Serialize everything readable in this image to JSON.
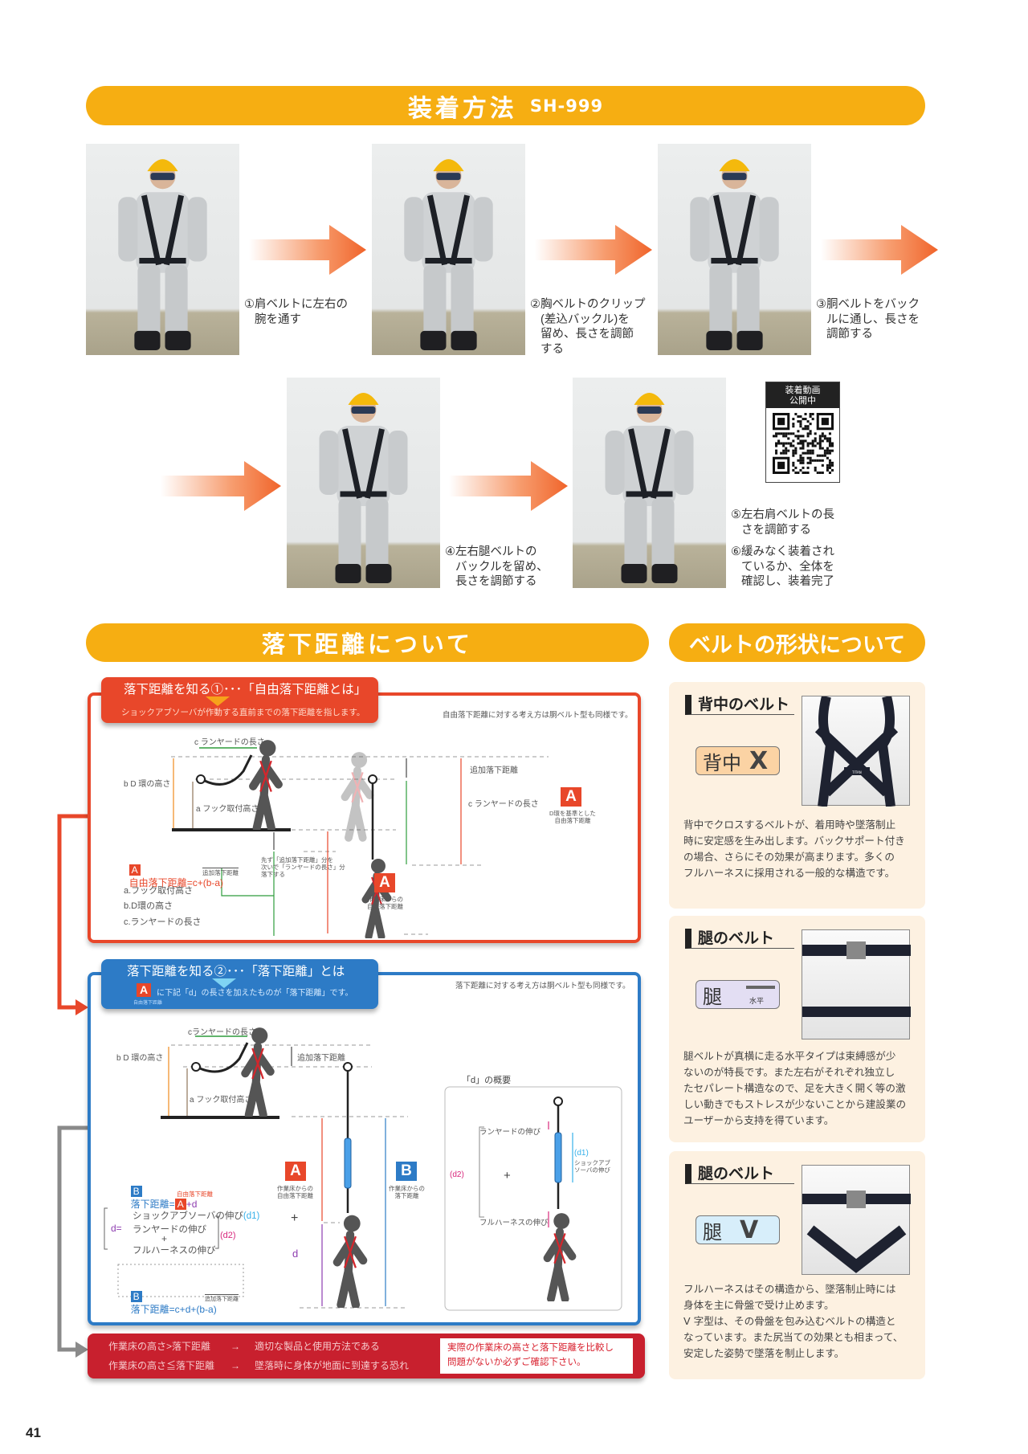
{
  "header": {
    "title": "装着方法",
    "model": "SH-999"
  },
  "steps": [
    {
      "num": "①",
      "text": "肩ベルトに左右の\n腕を通す"
    },
    {
      "num": "②",
      "text": "胸ベルトのクリップ\n(差込バックル)を\n留め、長さを調節\nする"
    },
    {
      "num": "③",
      "text": "胴ベルトをバック\nルに通し、長さを\n調節する"
    },
    {
      "num": "④",
      "text": "左右腿ベルトの\nバックルを留め、\n長さを調節する"
    },
    {
      "num": "⑤",
      "text": "左右肩ベルトの長\nさを調節する"
    },
    {
      "num": "⑥",
      "text": "緩みなく装着され\nているか、全体を\n確認し、装着完了"
    }
  ],
  "qr": {
    "label": "装着動画\n公開中"
  },
  "sections": {
    "fall": "落下距離について",
    "belt": "ベルトの形状について"
  },
  "free_fall": {
    "tab_title": "落下距離を知る①･･･「自由落下距離とは」",
    "tab_sub": "ショックアブソーバが作動する直前までの落下距離を指します。",
    "note": "自由落下距離に対する考え方は胴ベルト型も同様です。",
    "lanyard_len": "c ランヤードの長さ",
    "d_ring_height": "b D 環の高さ",
    "hook_height": "a フック取付高さ",
    "extra_fall": "追加落下距離",
    "lanyard_len2": "c ランヤードの長さ",
    "badge": "A",
    "badge_caption": "D環を基準とした\n自由落下距離",
    "formula_label": "自由落下距離",
    "formula": "=c+(b-a)",
    "formula_sub": "追加落下距離",
    "sequence": "先ず「追加落下距離」分を\n次いで「ランヤードの長さ」分\n落下する",
    "badge2_caption": "作業床からの\n自由落下距離",
    "legend": [
      "a.フック取付高さ",
      "b.D環の高さ",
      "c.ランヤードの長さ"
    ]
  },
  "fall_dist": {
    "tab_title": "落下距離を知る②･･･「落下距離」とは",
    "tab_sub": "に下記「d」の長さを加えたものが「落下距離」です。",
    "tab_sub_badge": "A",
    "tab_sub_small": "自由落下距離",
    "note": "落下距離に対する考え方は胴ベルト型も同様です。",
    "lanyard_len": "cランヤードの長さ",
    "d_ring_height": "b D 環の高さ",
    "hook_height": "a フック取付高さ",
    "extra_fall": "追加落下距離",
    "formula1_badge": "B",
    "formula1_label": "落下距離=",
    "formula1_badge2": "A",
    "formula1_tail": "+d",
    "formula1_sub": "自由落下距離",
    "d_eq": "d=",
    "d_items": [
      "ショックアブソーバの伸び",
      "ランヤードの伸び",
      "+",
      "フルハーネスの伸び"
    ],
    "d1": "(d1)",
    "d2": "(d2)",
    "formula2_badge": "B",
    "formula2": "落下距離=c+d+(b-a)",
    "formula2_sub": "追加落下距離",
    "badgeA": "A",
    "badgeA_caption": "作業床からの\n自由落下距離",
    "badgeB": "B",
    "badgeB_caption": "作業床からの\n落下距離",
    "plus": "+",
    "d_label": "d",
    "overview_title": "「d」の概要",
    "ov_lanyard": "ランヤードの伸び",
    "ov_d1": "(d1)",
    "ov_absorber": "ショックアブ\nソーバの伸び",
    "ov_d2": "(d2)",
    "ov_plus": "+",
    "ov_harness": "フルハーネスの伸び"
  },
  "conclusion": {
    "rows": [
      {
        "cond": "作業床の高さ>落下距離",
        "arrow": "→",
        "result": "適切な製品と使用方法である"
      },
      {
        "cond": "作業床の高さ≦落下距離",
        "arrow": "→",
        "result": "墜落時に身体が地面に到達する恐れ"
      }
    ],
    "notice": "実際の作業床の高さと落下距離を比較し\n問題がないか必ずご確認下さい。"
  },
  "belts": [
    {
      "title": "背中のベルト",
      "badge_main": "背中",
      "badge_mark": "X",
      "badge_color": "#fbd3a4",
      "text": "背中でクロスするベルトが、着用時や墜落制止\n時に安定感を生み出します。バックサポート付き\nの場合、さらにその効果が高まります。多くの\nフルハーネスに採用される一般的な構造です。",
      "photo_logo": "TITAN"
    },
    {
      "title": "腿のベルト",
      "badge_main": "腿",
      "badge_mark": "水平",
      "badge_color": "#e3def3",
      "text": "腿ベルトが真横に走る水平タイプは束縛感が少\nないのが特長です。また左右がそれぞれ独立し\nたセパレート構造なので、足を大きく開く等の激\nしい動きでもストレスが少ないことから建設業の\nユーザーから支持を得ています。"
    },
    {
      "title": "腿のベルト",
      "badge_main": "腿",
      "badge_mark": "V",
      "badge_color": "#d7eefa",
      "text": "フルハーネスはその構造から、墜落制止時には\n身体を主に骨盤で受け止めます。\nV 字型は、その骨盤を包み込むベルトの構造と\nなっています。また尻当ての効果とも相まって、\n安定した姿勢で墜落を制止します。"
    }
  ],
  "page_number": "41",
  "colors": {
    "accent": "#f6ae12",
    "red": "#e8472a",
    "blue": "#2d7bc6",
    "dark_red": "#c8202e",
    "card": "#fdf1e1"
  }
}
